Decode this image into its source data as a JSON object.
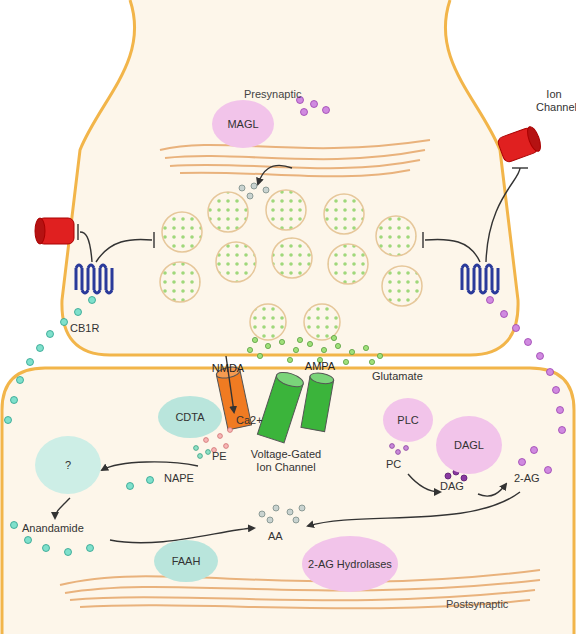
{
  "diagram": {
    "nodes": [
      {
        "text": [
          "Presynaptic"
        ]
      },
      {
        "text": [
          "MAGL"
        ],
        "in": 0
      },
      {
        "text": [
          "Postsynaptic"
        ]
      },
      {
        "text": [
          "NMDA"
        ],
        "in": 2
      },
      {
        "text": [
          "AMPA"
        ],
        "in": 2
      },
      {
        "text": [
          "CDTA"
        ],
        "in": 2
      },
      {
        "text": [
          "?"
        ],
        "in": 2
      },
      {
        "text": [
          "PLC"
        ],
        "in": 2
      },
      {
        "text": [
          "DAGL"
        ],
        "in": 2
      },
      {
        "text": [
          "FAAH"
        ],
        "in": 2
      },
      {
        "text": [
          "2-AG Hydrolases"
        ],
        "in": 2
      }
    ],
    "labels": [
      "Ion Channel",
      "CB1R",
      "Glutamate",
      "Voltage-Gated Ion Channel",
      "Ca2+",
      "PE",
      "NAPE",
      "PC",
      "DAG",
      "2-AG",
      "Anandamide",
      "AA"
    ]
  }
}
